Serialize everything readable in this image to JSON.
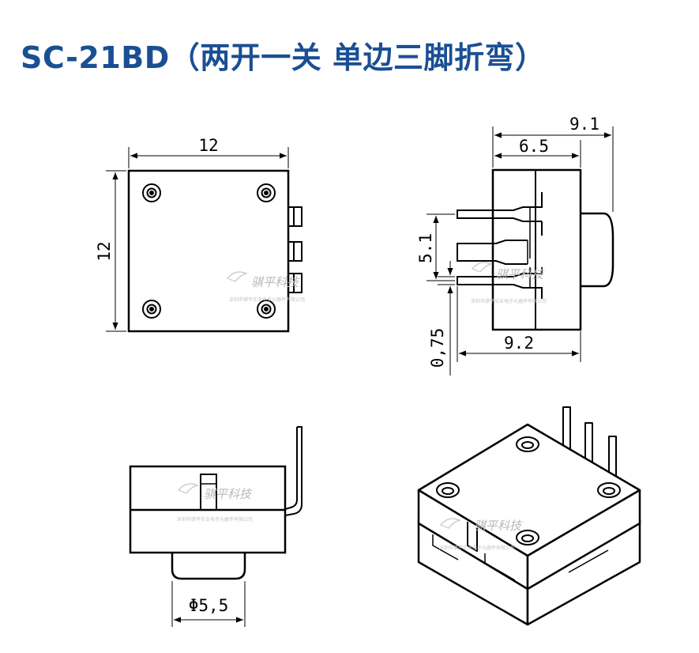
{
  "title": "SC-21BD（两开一关 单边三脚折弯）",
  "dimensions": {
    "top_width": "12",
    "top_height": "12",
    "side_total": "9.1",
    "side_partial": "6.5",
    "side_pitch": "5.1",
    "side_thickness": "0,75",
    "side_body": "9.2",
    "knob_diameter": "Φ5,5"
  },
  "watermark": {
    "brand": "骐平科技",
    "tagline": "深圳市骐平实业电子元器件有限公司"
  },
  "colors": {
    "title": "#1a4f93",
    "line": "#000000",
    "watermark": "#b8b8b8"
  }
}
